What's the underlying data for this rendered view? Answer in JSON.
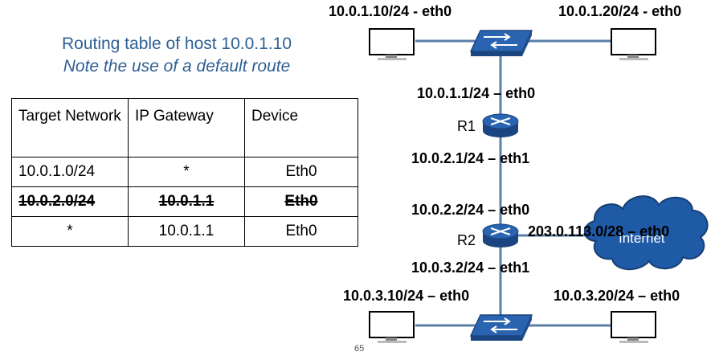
{
  "title": {
    "line1": "Routing table of host 10.0.1.10",
    "line2": "Note the use of a default route"
  },
  "table": {
    "headers": [
      "Target Network",
      "IP Gateway",
      "Device"
    ],
    "rows": [
      {
        "target": "10.0.1.0/24",
        "gateway": "*",
        "device": "Eth0",
        "struck": false
      },
      {
        "target": "10.0.2.0/24",
        "gateway": "10.0.1.1",
        "device": "Eth0",
        "struck": true
      },
      {
        "target": "*",
        "gateway": "10.0.1.1",
        "device": "Eth0",
        "struck": false
      }
    ]
  },
  "network": {
    "host_top_left": "10.0.1.10/24 - eth0",
    "host_top_right": "10.0.1.20/24 - eth0",
    "r1_eth0": "10.0.1.1/24 – eth0",
    "r1_name": "R1",
    "r1_eth1": "10.0.2.1/24 – eth1",
    "r2_eth0": "10.0.2.2/24 – eth0",
    "r2_name": "R2",
    "r2_ext": "203.0.113.0/28 – eth0",
    "cloud_label": "Internet",
    "r2_eth1": "10.0.3.2/24 – eth1",
    "host_bottom_left": "10.0.3.10/24 – eth0",
    "host_bottom_right": "10.0.3.20/24 – eth0"
  },
  "page_number": "65",
  "colors": {
    "title": "#2e5f94",
    "link": "#5b7fa8",
    "device": "#2a64b0",
    "cloud": "#1f5aa6"
  }
}
